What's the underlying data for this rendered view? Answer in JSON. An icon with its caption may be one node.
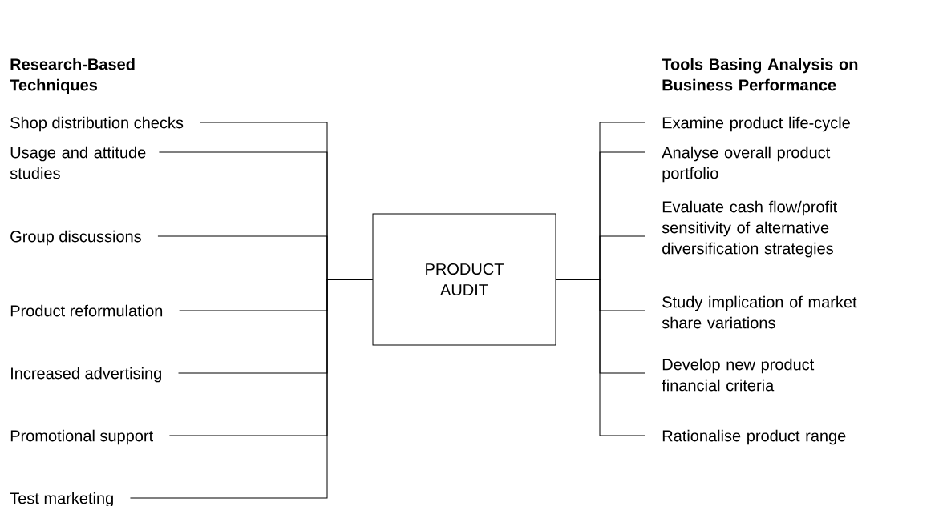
{
  "diagram": {
    "nodes": [
      {
        "text": [
          "PRODUCT AUDIT"
        ]
      },
      {
        "text": [
          "Shop distribution checks"
        ]
      },
      {
        "text": [
          "Usage and attitude studies"
        ]
      },
      {
        "text": [
          "Group discussions"
        ]
      },
      {
        "text": [
          "Product reformulation"
        ]
      },
      {
        "text": [
          "Increased advertising"
        ]
      },
      {
        "text": [
          "Promotional support"
        ]
      },
      {
        "text": [
          "Test marketing"
        ]
      },
      {
        "text": [
          "Examine product life-cycle"
        ]
      },
      {
        "text": [
          "Analyse overall product portfolio"
        ]
      },
      {
        "text": [
          "Evaluate cash flow/profit sensitivity of alternative diversification strategies"
        ]
      },
      {
        "text": [
          "Study implication of market share variations"
        ]
      },
      {
        "text": [
          "Develop new product financial criteria"
        ]
      },
      {
        "text": [
          "Rationalise product range"
        ]
      }
    ],
    "edges": [
      {
        "from": 1,
        "to": 0,
        "arrow": "none"
      },
      {
        "from": 2,
        "to": 0,
        "arrow": "none"
      },
      {
        "from": 3,
        "to": 0,
        "arrow": "none"
      },
      {
        "from": 4,
        "to": 0,
        "arrow": "none"
      },
      {
        "from": 5,
        "to": 0,
        "arrow": "none"
      },
      {
        "from": 6,
        "to": 0,
        "arrow": "none"
      },
      {
        "from": 7,
        "to": 0,
        "arrow": "none"
      },
      {
        "from": 8,
        "to": 0,
        "arrow": "none"
      },
      {
        "from": 9,
        "to": 0,
        "arrow": "none"
      },
      {
        "from": 10,
        "to": 0,
        "arrow": "none"
      },
      {
        "from": 11,
        "to": 0,
        "arrow": "none"
      },
      {
        "from": 12,
        "to": 0,
        "arrow": "none"
      },
      {
        "from": 13,
        "to": 0,
        "arrow": "none"
      }
    ],
    "labels": [
      "Research-Based Techniques",
      "Tools Basing Analysis on Business Performance"
    ]
  }
}
